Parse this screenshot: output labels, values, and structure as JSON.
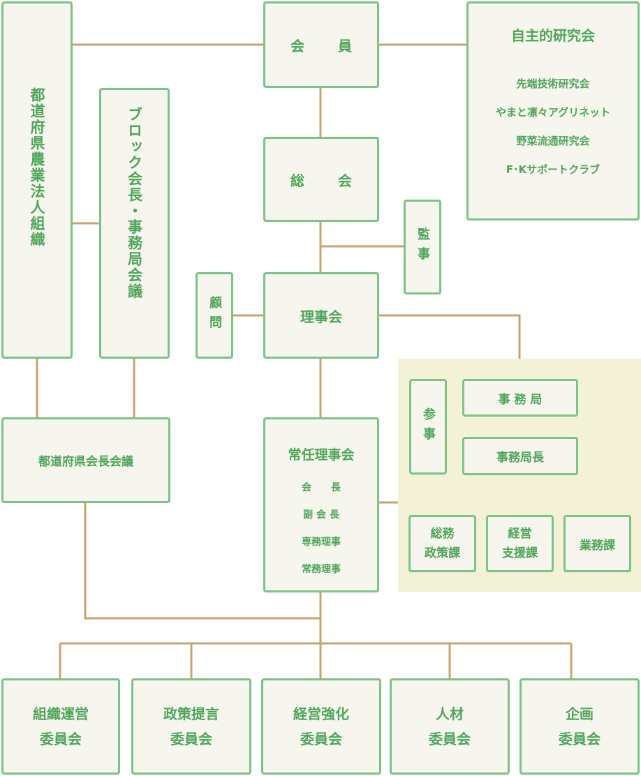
{
  "nodes": {
    "kaiin": "会　員",
    "jishu": {
      "title": "自主的研究会",
      "items": [
        "先端技術研究会",
        "やまと凛々アグリネット",
        "野菜流通研究会",
        "F･Kサポートクラブ"
      ]
    },
    "todofuken_org": "都道府県農業法人組織",
    "block": "ブロック会長・事務局会議",
    "soukai": "総　会",
    "kanji": "監事",
    "komon": "顧問",
    "rijikai": "理事会",
    "zone": {
      "sanji": "参事",
      "jimukyoku": "事 務 局",
      "jimukyokucho": "事務局長",
      "soumu": [
        "総務",
        "政策課"
      ],
      "keiei": [
        "経営",
        "支援課"
      ],
      "gyomu": "業務課"
    },
    "kaichokaigi": "都道府県会長会議",
    "jonin": {
      "title": "常任理事会",
      "members": [
        "会　　長",
        "副 会 長",
        "専務理事",
        "常務理事"
      ]
    },
    "committees": [
      [
        "組織運営",
        "委員会"
      ],
      [
        "政策提言",
        "委員会"
      ],
      [
        "経営強化",
        "委員会"
      ],
      [
        "人材",
        "委員会"
      ],
      [
        "企画",
        "委員会"
      ]
    ]
  },
  "colors": {
    "border": "#7cc386",
    "text": "#4fa65a",
    "line": "#c9a36f",
    "box_fill": "#f6f5ee",
    "zone_fill": "#f3f1d6"
  }
}
